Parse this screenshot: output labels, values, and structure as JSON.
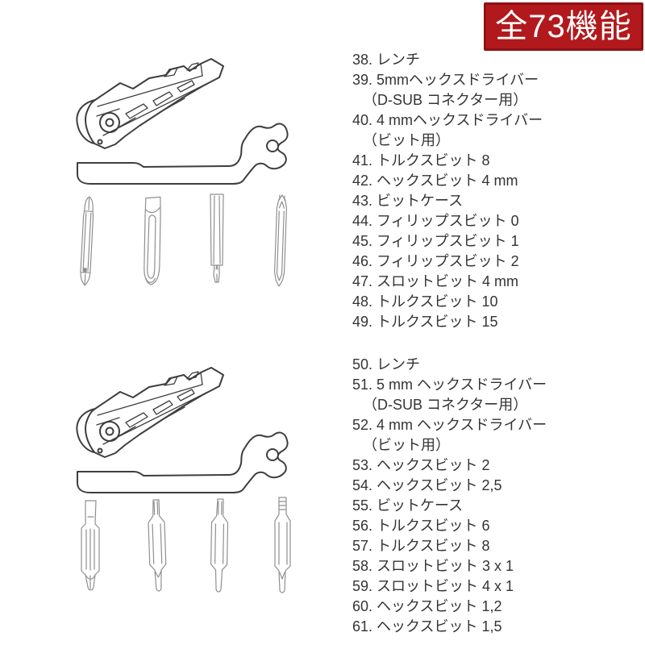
{
  "badge": {
    "label": "全73機能",
    "bg_color": "#b1191d",
    "border_color": "#8e1013",
    "text_color": "#ffffff"
  },
  "text_color": "#343434",
  "icons": {
    "tool_illustration": "multitool-with-wrench-arm-line-art",
    "bit_set_a_illustration": "four-double-ended-bits-line-art",
    "bit_set_b_illustration": "four-double-ended-bits-thick-center-line-art"
  },
  "list1": {
    "lines": [
      "38. レンチ",
      "39. 5mmヘックスドライバー",
      "（D-SUB コネクター用）",
      "40. 4 mmヘックスドライバー",
      "（ビット用）",
      "41. トルクスビット 8",
      "42. ヘックスビット 4 mm",
      "43. ビットケース",
      "44. フィリップスビット 0",
      "45. フィリップスビット 1",
      "46. フィリップスビット 2",
      "47. スロットビット 4 mm",
      "48. トルクスビット 10",
      "49. トルクスビット 15"
    ]
  },
  "list2": {
    "lines": [
      "50. レンチ",
      "51. 5 mm ヘックスドライバー",
      "（D-SUB コネクター用）",
      "52. 4 mm ヘックスドライバー",
      "（ビット用）",
      "53. ヘックスビット 2",
      "54. ヘックスビット 2,5",
      "55. ビットケース",
      "56. トルクスビット 6",
      "57. トルクスビット 8",
      "58. スロットビット 3 x 1",
      "59. スロットビット 4 x 1",
      "60. ヘックスビット 1,2",
      "61. ヘックスビット 1,5"
    ]
  }
}
